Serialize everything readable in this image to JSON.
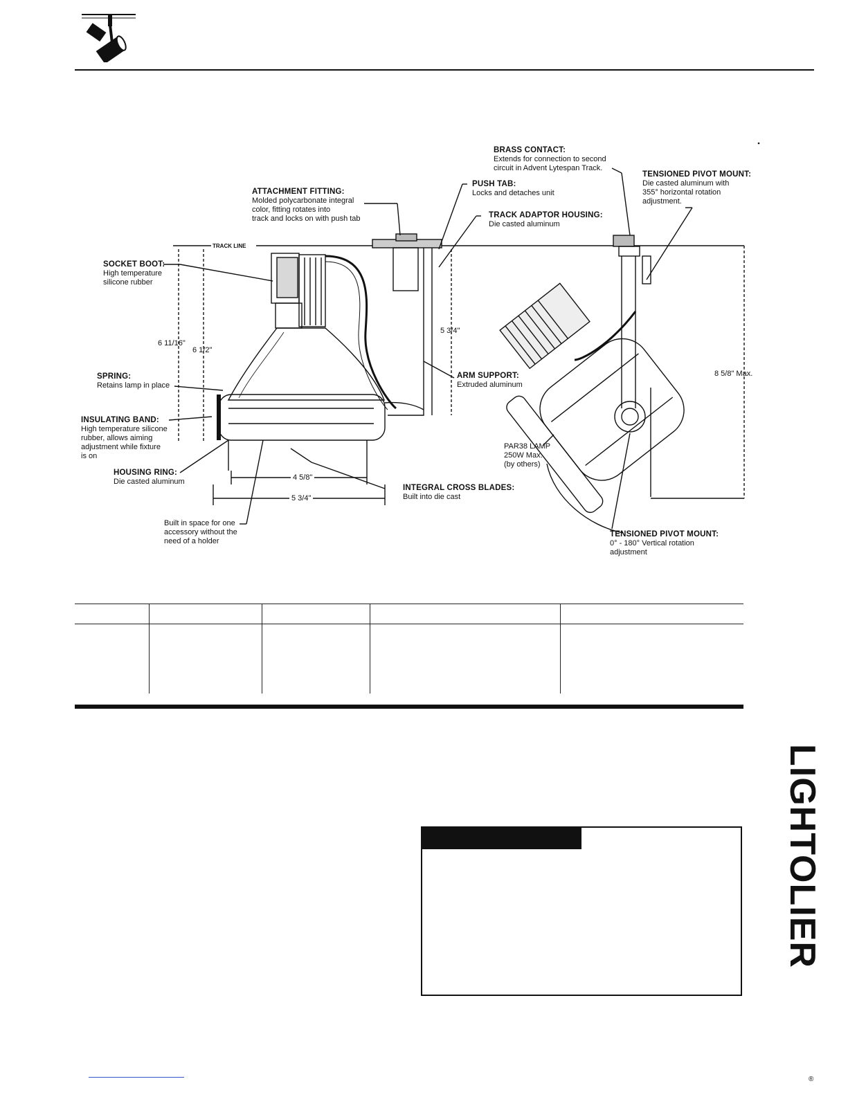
{
  "labels": {
    "brass_contact": {
      "title": "BRASS CONTACT:",
      "lines": [
        "Extends for connection to second",
        "circuit in Advent Lytespan Track."
      ]
    },
    "tensioned_pivot_top": {
      "title": "TENSIONED PIVOT MOUNT:",
      "lines": [
        "Die casted aluminum with",
        "355° horizontal rotation",
        "adjustment."
      ]
    },
    "attachment_fitting": {
      "title": "ATTACHMENT FITTING:",
      "lines": [
        "Molded polycarbonate integral",
        "color, fitting rotates into",
        "track and locks on with push tab"
      ]
    },
    "push_tab": {
      "title": "PUSH TAB:",
      "lines": [
        "Locks and detaches unit"
      ]
    },
    "track_adaptor": {
      "title": "TRACK ADAPTOR HOUSING:",
      "lines": [
        "Die casted aluminum"
      ]
    },
    "track_line": "TRACK LINE",
    "socket_boot": {
      "title": "SOCKET BOOT:",
      "lines": [
        "High temperature",
        "silicone rubber"
      ]
    },
    "spring": {
      "title": "SPRING:",
      "lines": [
        "Retains lamp in place"
      ]
    },
    "insulating_band": {
      "title": "INSULATING BAND:",
      "lines": [
        "High temperature silicone",
        "rubber, allows aiming",
        "adjustment while fixture",
        "is on"
      ]
    },
    "housing_ring": {
      "title": "HOUSING RING:",
      "lines": [
        "Die casted aluminum"
      ]
    },
    "arm_support": {
      "title": "ARM SUPPORT:",
      "lines": [
        "Extruded aluminum"
      ]
    },
    "par38_lamp": {
      "lines": [
        "PAR38 LAMP",
        "250W Max.",
        "(by others)"
      ]
    },
    "integral_cross_blades": {
      "title": "INTEGRAL CROSS BLADES:",
      "lines": [
        "Built into die cast"
      ]
    },
    "accessory_space": {
      "lines": [
        "Built in space for one",
        "accessory without the",
        "need of a holder"
      ]
    },
    "tensioned_pivot_bottom": {
      "title": "TENSIONED PIVOT MOUNT:",
      "lines": [
        "0° - 180° Vertical rotation",
        "adjustment"
      ]
    }
  },
  "dimensions": {
    "d_6_11_16": "6 11/16\"",
    "d_6_1_2": "6 1/2\"",
    "d_5_3_4_v": "5 3/4\"",
    "d_8_5_8": "8 5/8\" Max.",
    "d_4_5_8": "4 5/8\"",
    "d_5_3_4_h": "5 3/4\""
  },
  "brand": "LIGHTOLIER",
  "brand_mark": "®"
}
